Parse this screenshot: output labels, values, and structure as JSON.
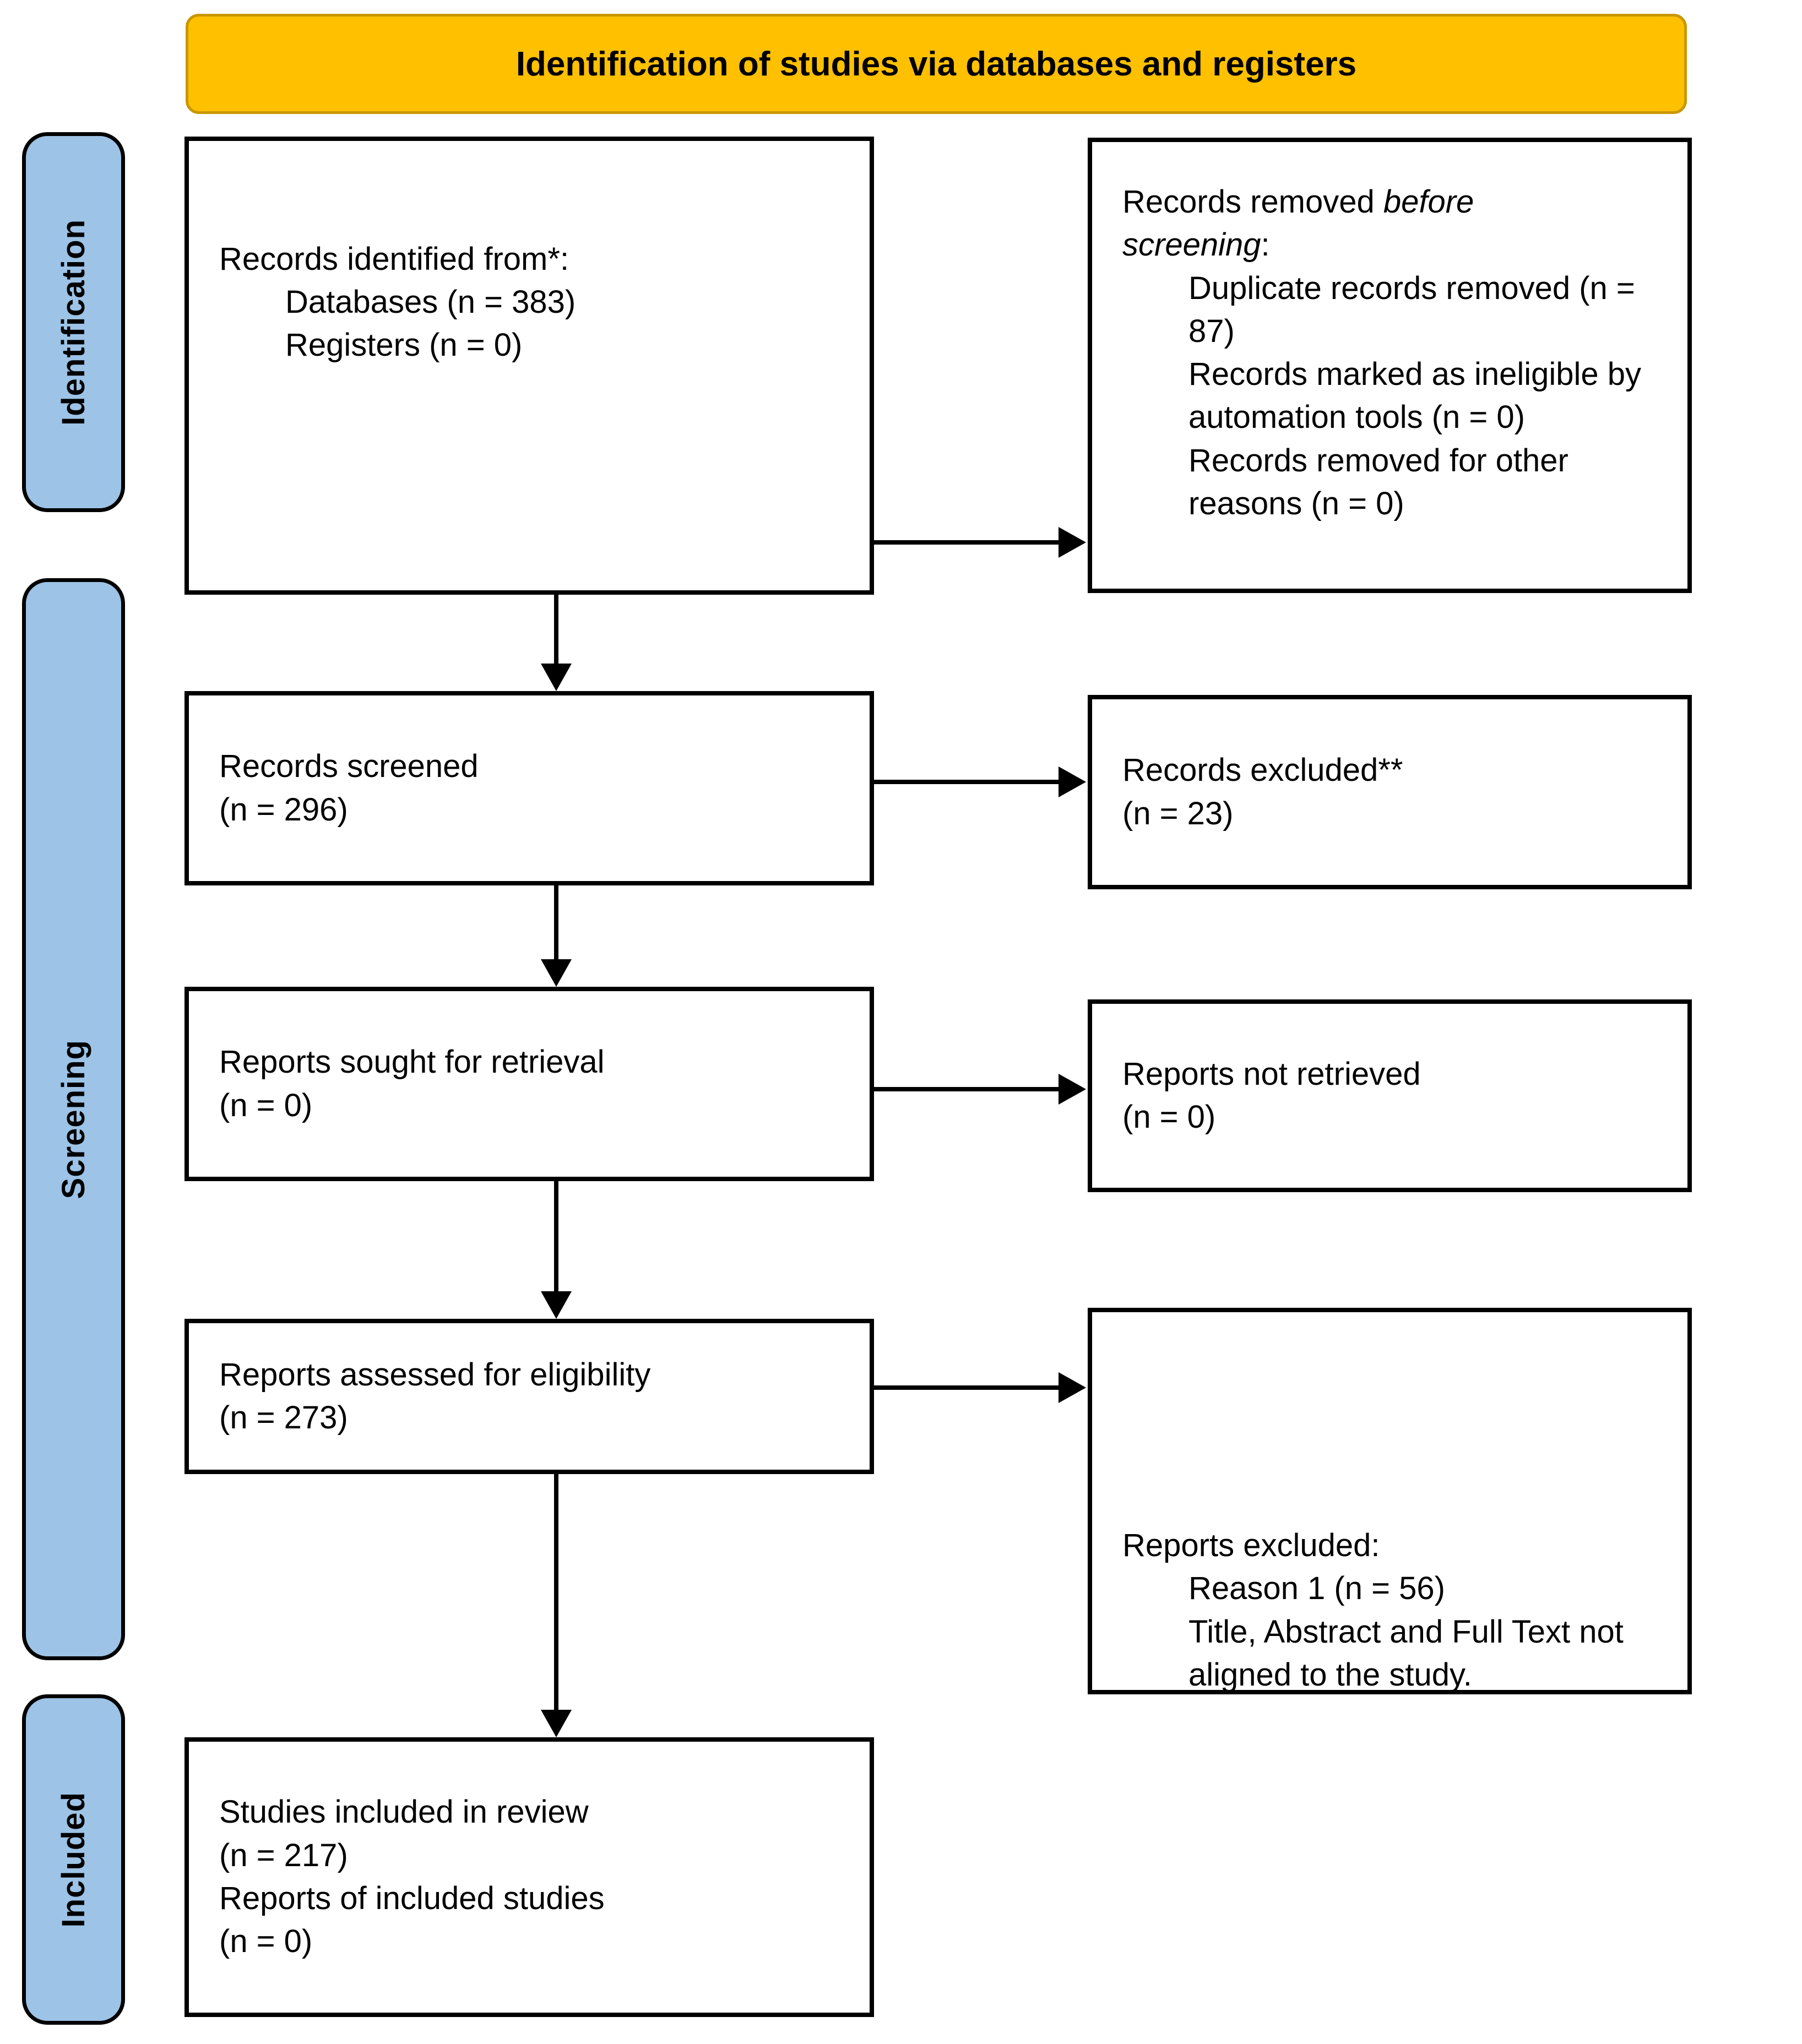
{
  "colors": {
    "page_bg": "#FFFFFF",
    "banner_fill": "#FFC000",
    "banner_border": "#C99700",
    "stage_fill": "#9DC3E6",
    "box_border": "#000000",
    "arrow": "#000000"
  },
  "banner": {
    "title": "Identification of studies via databases and registers"
  },
  "stages": {
    "identification": "Identification",
    "screening": "Screening",
    "included": "Included"
  },
  "flow": {
    "identified": {
      "title": "Records identified from*:",
      "items": [
        "Databases (n = 383)",
        "Registers (n = 0)"
      ]
    },
    "removed_before": {
      "prefix": "Records removed ",
      "emphasis": "before screening",
      "suffix": ":",
      "items": [
        "Duplicate records removed (n = 87)",
        "Records marked as ineligible by automation tools (n = 0)",
        "Records removed for other reasons (n = 0)"
      ]
    },
    "screened": {
      "lines": [
        "Records screened",
        "(n = 296)"
      ]
    },
    "excluded": {
      "lines": [
        "Records excluded**",
        "(n = 23)"
      ]
    },
    "sought": {
      "lines": [
        "Reports sought for retrieval",
        "(n = 0)"
      ]
    },
    "not_retrieved": {
      "lines": [
        "Reports not retrieved",
        "(n = 0)"
      ]
    },
    "assessed": {
      "lines": [
        "Reports assessed for eligibility",
        "(n = 273)"
      ]
    },
    "reports_excluded": {
      "title": "Reports excluded:",
      "items": [
        "Reason 1 (n = 56)",
        "Title, Abstract and Full Text not aligned to the study."
      ]
    },
    "included_box": {
      "lines": [
        "Studies included in review",
        "(n = 217)",
        "Reports of included studies",
        "(n = 0)"
      ]
    }
  }
}
